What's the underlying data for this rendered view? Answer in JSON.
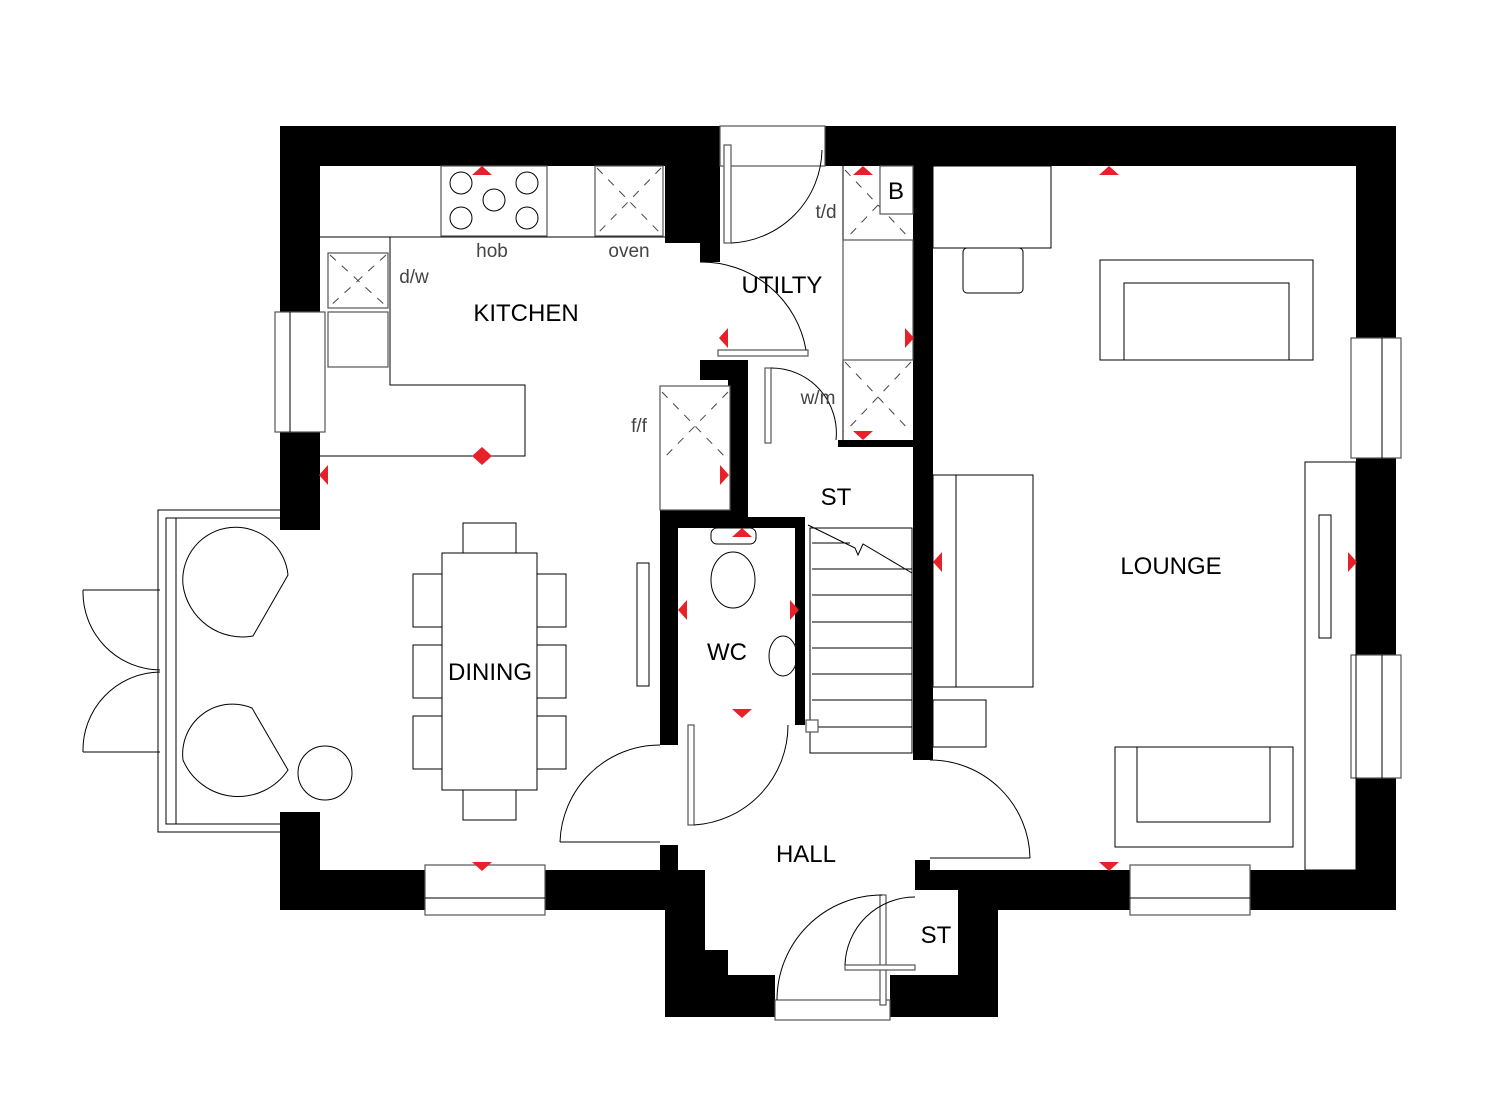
{
  "rooms": {
    "kitchen": "KITCHEN",
    "utility": "UTILTY",
    "dining": "DINING",
    "wc": "WC",
    "store_upper": "ST",
    "hall": "HALL",
    "store_lower": "ST",
    "lounge": "LOUNGE",
    "boiler": "B"
  },
  "appliances": {
    "hob": "hob",
    "oven": "oven",
    "dishwasher": "d/w",
    "tumble_dryer": "t/d",
    "washing_machine": "w/m",
    "fridge_freezer": "f/f"
  },
  "colors": {
    "wall": "#000000",
    "marker": "#e8202a"
  }
}
